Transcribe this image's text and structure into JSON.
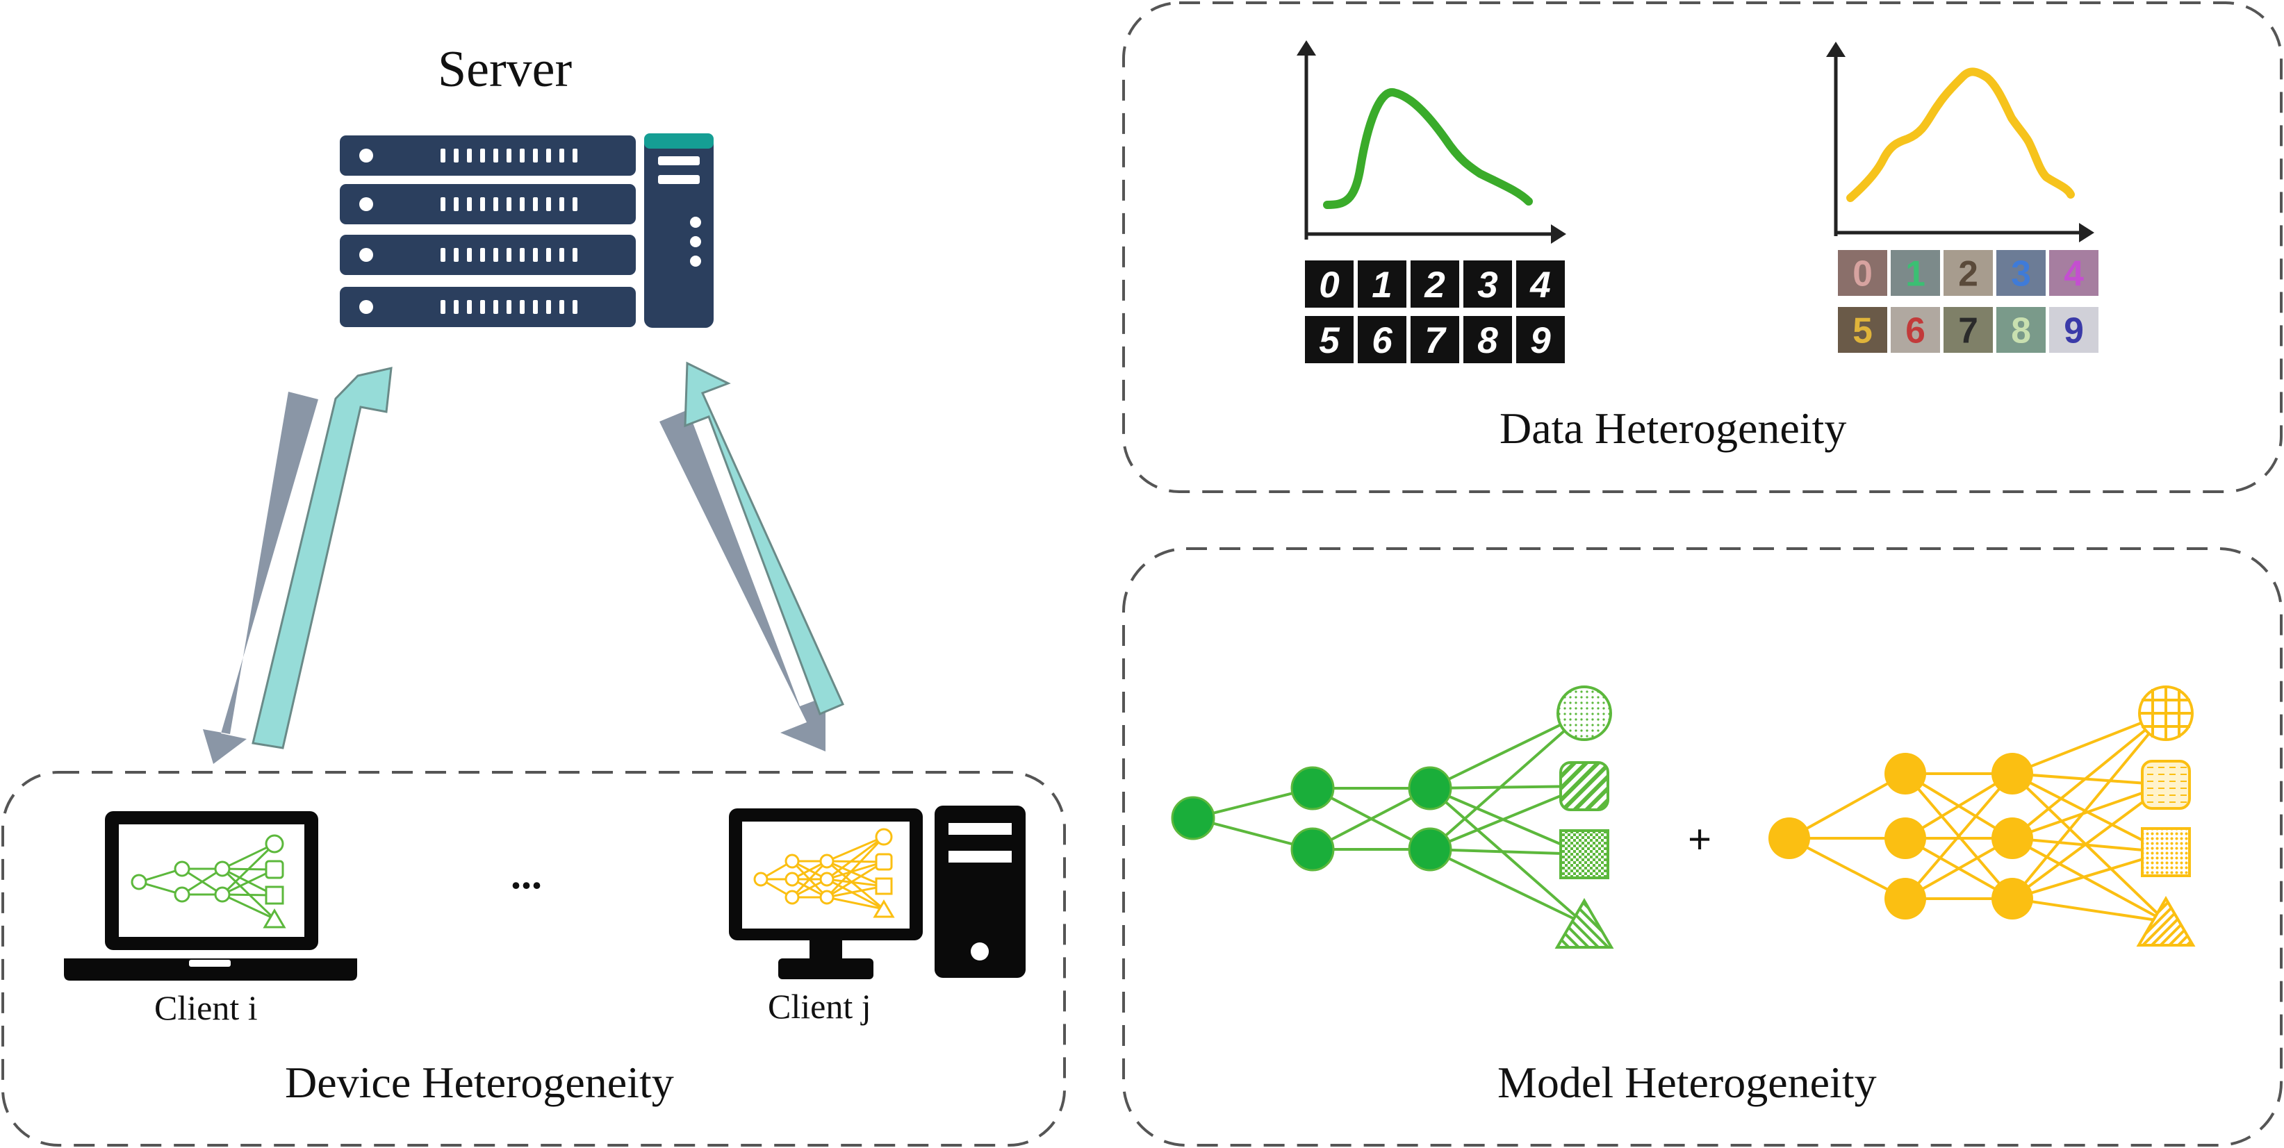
{
  "server": {
    "label": "Server",
    "icon": "server-rack-icon",
    "color": "#2b3f5e",
    "accent": "#159e94"
  },
  "arrows": {
    "down_color": "#8a96a6",
    "up_color": "#96dcd8"
  },
  "clients": [
    {
      "label": "Client i",
      "icon": "laptop-icon",
      "model_color": "#5cb83c"
    },
    {
      "label": "Client j",
      "icon": "desktop-computer-icon",
      "model_color": "#fbbf12"
    }
  ],
  "ellipsis": "...",
  "sections": {
    "device": {
      "title": "Device Heterogeneity"
    },
    "data": {
      "title": "Data Heterogeneity",
      "left_digits": [
        "0",
        "1",
        "2",
        "3",
        "4",
        "5",
        "6",
        "7",
        "8",
        "9"
      ],
      "right_digits": [
        "0",
        "1",
        "2",
        "3",
        "4",
        "5",
        "6",
        "7",
        "8",
        "9"
      ]
    },
    "model": {
      "title": "Model Heterogeneity",
      "plus": "+"
    }
  },
  "colors": {
    "green": "#5cb83c",
    "green_node": "#1aae3a",
    "yellow": "#fbbf12",
    "dash": "#555555"
  }
}
